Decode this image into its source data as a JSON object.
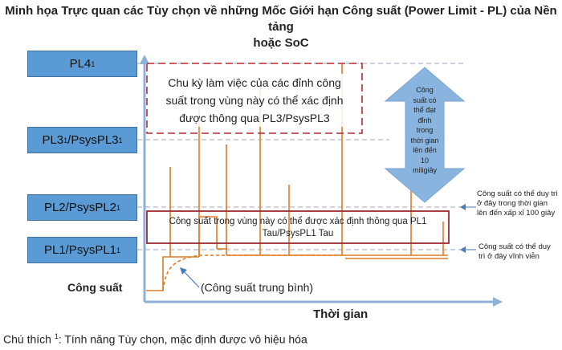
{
  "title_line1": "Minh họa Trực quan các Tùy chọn về những Mốc Giới hạn Công suất (Power Limit - PL) của Nền tảng",
  "title_line2": "hoặc SoC",
  "levels": [
    {
      "base": "PL4",
      "sup": "1",
      "tail": "",
      "tail_sup": ""
    },
    {
      "base": "PL3",
      "sup": "1",
      "tail": "/PsysPL3",
      "tail_sup": "1"
    },
    {
      "base": "PL2/PsysPL2",
      "sup": "1",
      "tail": "",
      "tail_sup": ""
    },
    {
      "base": "PL1/PsysPL1",
      "sup": "1",
      "tail": "",
      "tail_sup": ""
    }
  ],
  "top_box": {
    "line1": "Chu kỳ làm việc của các đỉnh công",
    "line2": "suất trong vùng này có thể xác định",
    "line3": "được thông qua PL3/PsysPL3"
  },
  "middle_box": {
    "line1": "Công suất trong vùng này có thể được xác định thông qua PL1",
    "line2": "Tau/PsysPL1 Tau"
  },
  "arrow_text": [
    "Công",
    "suất có",
    "thể đạt",
    "đỉnh",
    "trong",
    "thời gian",
    "lên đến",
    "10",
    "miligiây"
  ],
  "side_note_pl2": [
    "Công suất có thể duy trì",
    "ở đây trong thời gian",
    "lên đến xấp xỉ 100 giây"
  ],
  "side_note_pl1": [
    "Công suất có thể duy",
    "trì ở đây vĩnh viễn"
  ],
  "y_label": "Công suất",
  "avg_label": "(Công suất trung bình)",
  "x_label": "Thời gian",
  "footnote_sup": "1",
  "footnote_prefix": "Chú thích ",
  "footnote_text": ": Tính năng Tùy chọn, mặc định được vô hiệu hóa",
  "colors": {
    "level_fill": "#5b9bd5",
    "axis": "#8fb0d9",
    "spike": "#e07b24",
    "red_box": "#c0262d",
    "arrow_fill": "#8ab4e0",
    "dashed": "#9aa7b8",
    "avg_arrow": "#4a7ab8"
  }
}
